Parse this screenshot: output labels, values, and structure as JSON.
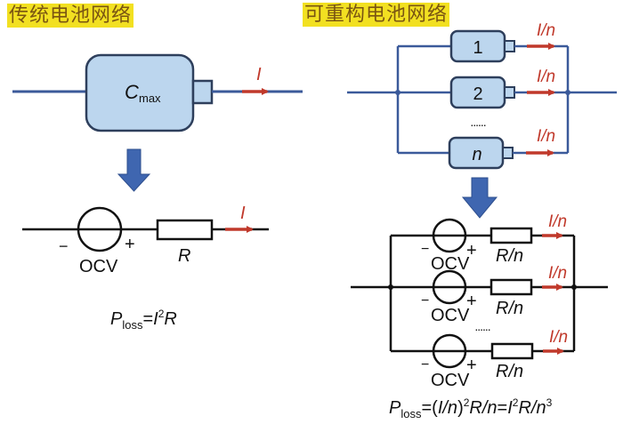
{
  "titles": {
    "traditional": "传统电池网络",
    "reconfigurable": "可重构电池网络"
  },
  "colors": {
    "title_bg": "#f2e021",
    "title_text": "#7a5512",
    "battery_fill": "#bcd6ee",
    "battery_stroke": "#2e3f5c",
    "wire_blue": "#3b5a9a",
    "current_red": "#c0392b",
    "transform_arrow": "#3f66b0",
    "circuit_black": "#111111"
  },
  "left": {
    "battery": {
      "symbol": "C",
      "subscript": "max"
    },
    "current_label": "I",
    "circuit": {
      "source_label": "OCV",
      "minus": "−",
      "plus": "+",
      "resistor_label": "R",
      "current_label": "I"
    },
    "formula": {
      "P": "P",
      "sub": "loss",
      "eq": "=",
      "I": "I",
      "sup": "2",
      "R": "R"
    }
  },
  "right": {
    "batteries": [
      {
        "label": "1",
        "current_label": "I/n"
      },
      {
        "label": "2",
        "current_label": "I/n"
      },
      {
        "label": "n",
        "current_label": "I/n"
      }
    ],
    "ellipsis": "......",
    "circuit": {
      "branches": [
        {
          "source_label": "OCV",
          "minus": "−",
          "plus": "+",
          "resistor_label": "R/n",
          "current_label": "I/n"
        },
        {
          "source_label": "OCV",
          "minus": "−",
          "plus": "+",
          "resistor_label": "R/n",
          "current_label": "I/n"
        },
        {
          "source_label": "OCV",
          "minus": "−",
          "plus": "+",
          "resistor_label": "R/n",
          "current_label": "I/n"
        }
      ],
      "ellipsis": "......"
    },
    "formula": {
      "P": "P",
      "sub": "loss",
      "part1": "=(",
      "In": "I/n",
      "part2": ")",
      "sup1": "2",
      "Rn": "R/n",
      "eq2": "=",
      "I": "I",
      "sup2": "2",
      "Rn2": "R/n",
      "sup3": "3"
    }
  }
}
